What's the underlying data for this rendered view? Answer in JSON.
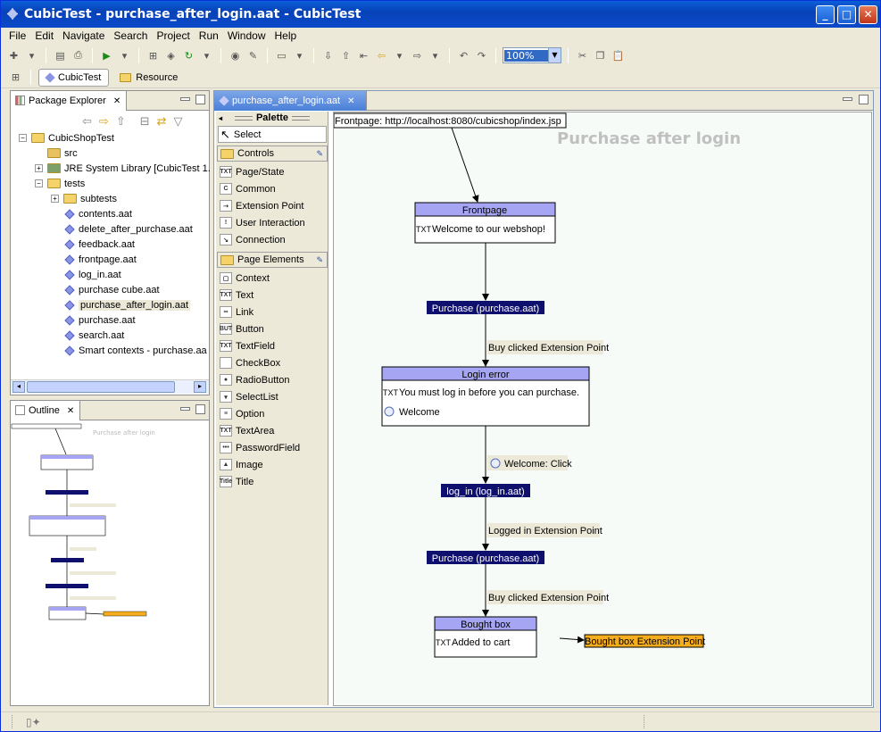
{
  "window": {
    "title": "CubicTest - purchase_after_login.aat - CubicTest"
  },
  "menu": [
    "File",
    "Edit",
    "Navigate",
    "Search",
    "Project",
    "Run",
    "Window",
    "Help"
  ],
  "toolbar": {
    "zoom": "100%"
  },
  "perspectives": [
    "CubicTest",
    "Resource"
  ],
  "package_explorer": {
    "title": "Package Explorer",
    "tree": [
      {
        "label": "CubicShopTest",
        "depth": 0,
        "kind": "project",
        "expander": "−"
      },
      {
        "label": "src",
        "depth": 1,
        "kind": "package-folder",
        "expander": ""
      },
      {
        "label": "JRE System Library [CubicTest 1.",
        "depth": 1,
        "kind": "library",
        "expander": "+"
      },
      {
        "label": "tests",
        "depth": 1,
        "kind": "folder",
        "expander": "−"
      },
      {
        "label": "subtests",
        "depth": 2,
        "kind": "folder",
        "expander": "+"
      },
      {
        "label": "contents.aat",
        "depth": 2,
        "kind": "file",
        "expander": ""
      },
      {
        "label": "delete_after_purchase.aat",
        "depth": 2,
        "kind": "file",
        "expander": ""
      },
      {
        "label": "feedback.aat",
        "depth": 2,
        "kind": "file",
        "expander": ""
      },
      {
        "label": "frontpage.aat",
        "depth": 2,
        "kind": "file",
        "expander": ""
      },
      {
        "label": "log_in.aat",
        "depth": 2,
        "kind": "file",
        "expander": ""
      },
      {
        "label": "purchase cube.aat",
        "depth": 2,
        "kind": "file",
        "expander": ""
      },
      {
        "label": "purchase_after_login.aat",
        "depth": 2,
        "kind": "file",
        "expander": "",
        "selected": true
      },
      {
        "label": "purchase.aat",
        "depth": 2,
        "kind": "file",
        "expander": ""
      },
      {
        "label": "search.aat",
        "depth": 2,
        "kind": "file",
        "expander": ""
      },
      {
        "label": "Smart contexts - purchase.aa",
        "depth": 2,
        "kind": "file",
        "expander": ""
      }
    ]
  },
  "outline": {
    "title": "Outline",
    "mini_title": "Purchase after login"
  },
  "editor": {
    "tab": "purchase_after_login.aat"
  },
  "palette": {
    "title": "Palette",
    "select": "Select",
    "drawers": [
      {
        "label": "Controls",
        "items": [
          {
            "label": "Page/State",
            "icon": "page-icon",
            "glyph": "TXT"
          },
          {
            "label": "Common",
            "icon": "common-icon",
            "glyph": "C"
          },
          {
            "label": "Extension Point",
            "icon": "extension-point-icon",
            "glyph": "⇢"
          },
          {
            "label": "User Interaction",
            "icon": "user-interaction-icon",
            "glyph": "!"
          },
          {
            "label": "Connection",
            "icon": "connection-icon",
            "glyph": "↘"
          }
        ]
      },
      {
        "label": "Page Elements",
        "items": [
          {
            "label": "Context",
            "icon": "context-icon",
            "glyph": "▢"
          },
          {
            "label": "Text",
            "icon": "text-icon",
            "glyph": "TXT"
          },
          {
            "label": "Link",
            "icon": "link-icon",
            "glyph": "∞"
          },
          {
            "label": "Button",
            "icon": "button-icon",
            "glyph": "BUT"
          },
          {
            "label": "TextField",
            "icon": "textfield-icon",
            "glyph": "TXT"
          },
          {
            "label": "CheckBox",
            "icon": "checkbox-icon",
            "glyph": ""
          },
          {
            "label": "RadioButton",
            "icon": "radiobutton-icon",
            "glyph": "●"
          },
          {
            "label": "SelectList",
            "icon": "selectlist-icon",
            "glyph": "▾"
          },
          {
            "label": "Option",
            "icon": "option-icon",
            "glyph": "≡"
          },
          {
            "label": "TextArea",
            "icon": "textarea-icon",
            "glyph": "TXT"
          },
          {
            "label": "PasswordField",
            "icon": "passwordfield-icon",
            "glyph": "•••"
          },
          {
            "label": "Image",
            "icon": "image-icon",
            "glyph": "▲"
          },
          {
            "label": "Title",
            "icon": "title-icon",
            "glyph": "Title"
          }
        ]
      }
    ]
  },
  "diagram": {
    "title": "Purchase after login",
    "start": "Frontpage: http://localhost:8080/cubicshop/index.jsp",
    "pages": {
      "frontpage": {
        "title": "Frontpage",
        "lines": [
          {
            "prefix": "TXT",
            "text": "Welcome to our webshop!"
          }
        ]
      },
      "login_error": {
        "title": "Login error",
        "lines": [
          {
            "prefix": "TXT",
            "text": "You must log in before you can purchase."
          },
          {
            "prefix": "link",
            "text": "Welcome"
          }
        ]
      },
      "bought_box": {
        "title": "Bought box",
        "lines": [
          {
            "prefix": "TXT",
            "text": "Added to cart"
          }
        ]
      }
    },
    "subtests": {
      "purchase1": "Purchase (purchase.aat)",
      "login": "log_in (log_in.aat)",
      "purchase2": "Purchase (purchase.aat)"
    },
    "labels": {
      "buy1": "Buy clicked Extension Point",
      "welcome_click": "Welcome: Click",
      "logged_in": "Logged in Extension Point",
      "buy2": "Buy clicked Extension Point"
    },
    "extension_point": "Bought box Extension Point"
  },
  "colors": {
    "page_header": "#a5a5f3",
    "subtest": "#0f0f6e",
    "extension": "#f5ad1e",
    "label_bg": "#ece9d8"
  }
}
